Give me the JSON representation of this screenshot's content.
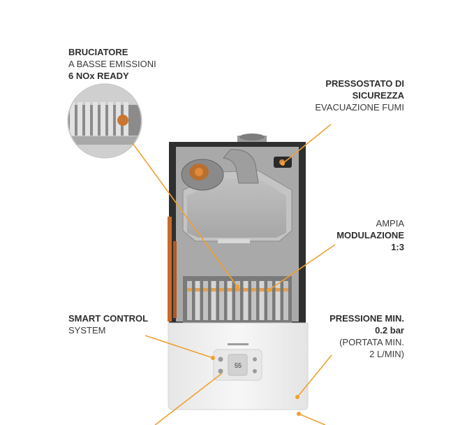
{
  "labels": {
    "bruciatore": {
      "l1": "BRUCIATORE",
      "l2": "A BASSE EMISSIONI",
      "l3": "6 NOx READY"
    },
    "pressostato": {
      "l1": "PRESSOSTATO DI",
      "l2": "SICUREZZA",
      "l3": "EVACUAZIONE FUMI"
    },
    "modulazione": {
      "l1": "AMPIA",
      "l2": "MODULAZIONE",
      "l3": "1:3"
    },
    "smart": {
      "l1": "SMART CONTROL",
      "l2": "SYSTEM"
    },
    "pressione": {
      "l1": "PRESSIONE MIN.",
      "l2": "0.2 bar",
      "l3": "(PORTATA MIN.",
      "l4": "2 L/MIN)"
    }
  },
  "display": {
    "readout": "55"
  },
  "colors": {
    "leader": "#f0a030",
    "casing": "#3a3a3a",
    "front": "#f2f2f2",
    "copper": "#c96a2a"
  }
}
